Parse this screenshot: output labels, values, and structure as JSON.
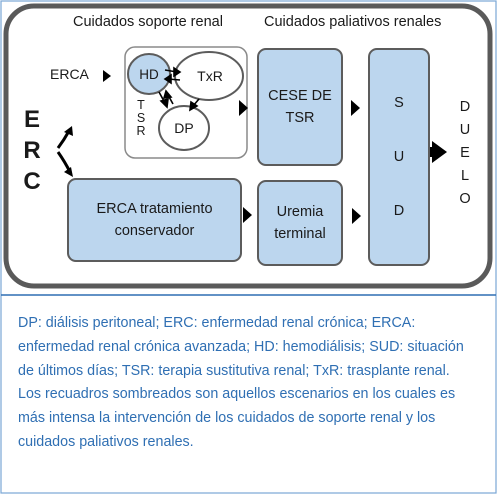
{
  "diagram": {
    "section_left_title": "Cuidados soporte renal",
    "section_right_title": "Cuidados paliativos renales",
    "side_label": "ERC",
    "erca_label": "ERCA",
    "tsr_label": "TSR",
    "nodes": {
      "hd": "HD",
      "txr": "TxR",
      "dp": "DP",
      "cese": "CESE DE TSR",
      "erca_tratamiento": "ERCA tratamiento conservador",
      "uremia": "Uremia terminal",
      "sud": "SUD",
      "duelo": "DUELO"
    }
  },
  "caption": {
    "abbreviations": "DP: diálisis peritoneal; ERC: enfermedad renal crónica; ERCA: enfermedad renal crónica avanzada; HD: hemodiálisis; SUD: situación de últimos días; TSR: terapia sustitutiva renal; TxR: trasplante renal.",
    "note": "Los recuadros sombreados son aquellos escenarios en los cuales es más intensa la intervención de los cuidados de soporte renal y los cuidados paliativos renales."
  }
}
